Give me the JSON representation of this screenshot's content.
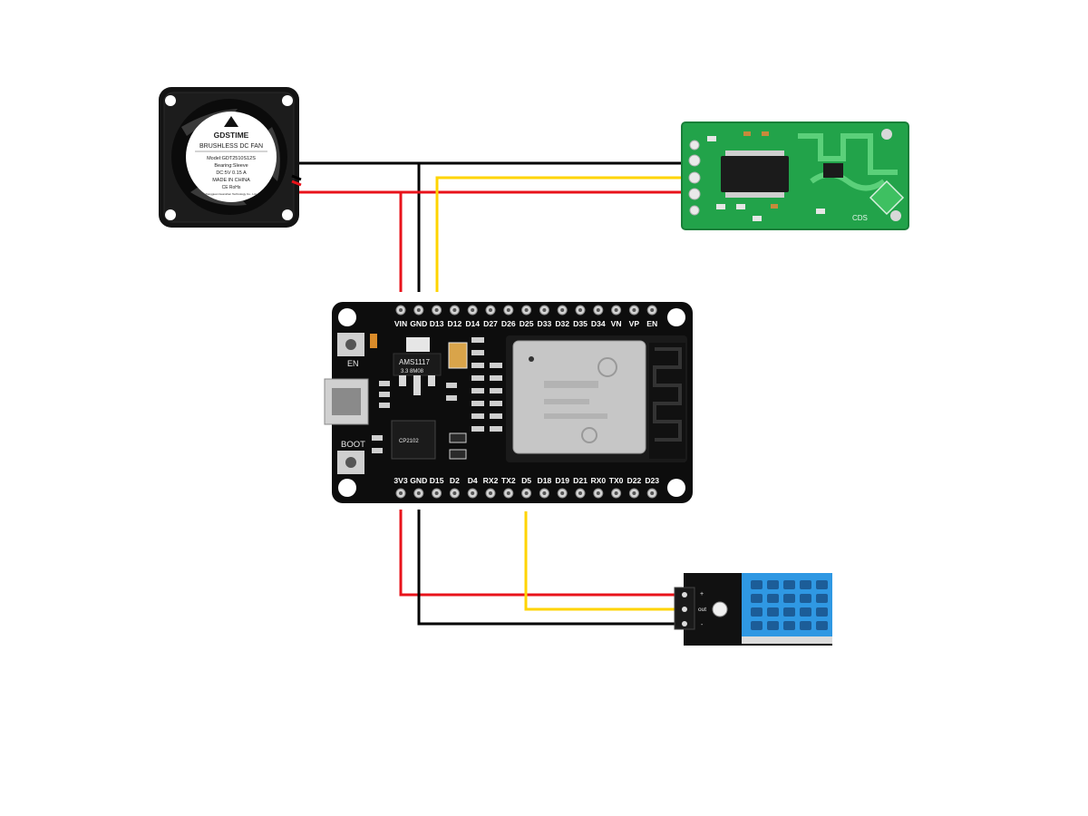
{
  "colors": {
    "wire_power": "#e8131b",
    "wire_ground": "#000000",
    "wire_signal": "#ffd400",
    "pcb_black": "#0d0d0d",
    "pcb_green": "#22a34a",
    "sensor_blue": "#2f98e3"
  },
  "fan": {
    "brand": "GDSTIME",
    "type": "BRUSHLESS DC FAN",
    "model": "Model:GDT2510S12S",
    "bearing": "Bearing:Sleeve",
    "rating": "DC:5V  0.15 A",
    "origin": "MADE IN CHINA",
    "cert": "CE RoHs",
    "maker": "Dongguan Guanshen Technology Co., Ltd."
  },
  "esp32": {
    "top_pins": [
      "VIN",
      "GND",
      "D13",
      "D12",
      "D14",
      "D27",
      "D26",
      "D25",
      "D33",
      "D32",
      "D35",
      "D34",
      "VN",
      "VP",
      "EN"
    ],
    "bottom_pins": [
      "3V3",
      "GND",
      "D15",
      "D2",
      "D4",
      "RX2",
      "TX2",
      "D5",
      "D18",
      "D19",
      "D21",
      "RX0",
      "TX0",
      "D22",
      "D23"
    ],
    "button_en": "EN",
    "button_boot": "BOOT",
    "regulator": "AMS1117",
    "regulator_sub": "3.3  8M08",
    "chip_label": "CP2102"
  },
  "radar": {
    "label": "CDS"
  },
  "dht": {
    "pin_labels": [
      "+",
      "out",
      "-"
    ]
  }
}
